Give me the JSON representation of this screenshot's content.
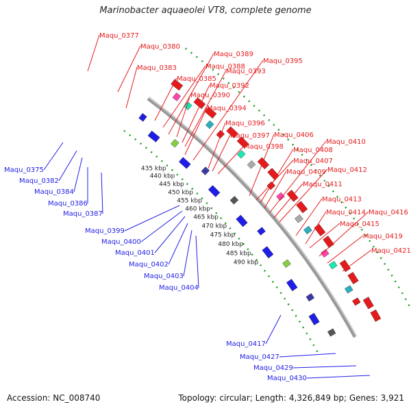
{
  "title": "Marinobacter aquaeolei VT8, complete genome",
  "accession": "Accession: NC_008740",
  "summary": "Topology: circular; Length: 4,326,849 bp; Genes: 3,921",
  "colors": {
    "forward": "#e41a1c",
    "reverse": "#1e1ee6",
    "backbone": "#999999",
    "gc_dots": "#1a9a1a",
    "label_fwd": "#e41a1c",
    "label_rev": "#1e1ee6"
  },
  "kbp_labels": [
    "435 kbp",
    "440 kbp",
    "445 kbp",
    "450 kbp",
    "455 kbp",
    "460 kbp",
    "465 kbp",
    "470 kbp",
    "475 kbp",
    "480 kbp",
    "485 kbp",
    "490 kbp"
  ],
  "forward_labels": [
    "Maqu_0377",
    "Maqu_0380",
    "Maqu_0383",
    "Maqu_0385",
    "Maqu_0388",
    "Maqu_0389",
    "Maqu_0390",
    "Maqu_0392",
    "Maqu_0393",
    "Maqu_0394",
    "Maqu_0395",
    "Maqu_0396",
    "Maqu_0397",
    "Maqu_0398",
    "Maqu_0406",
    "Maqu_0407",
    "Maqu_0408",
    "Maqu_0409",
    "Maqu_0410",
    "Maqu_0411",
    "Maqu_0412",
    "Maqu_0413",
    "Maqu_0414",
    "Maqu_0415",
    "Maqu_0416",
    "Maqu_0419",
    "Maqu_0421"
  ],
  "reverse_labels": [
    "Maqu_0375",
    "Maqu_0382",
    "Maqu_0384",
    "Maqu_0386",
    "Maqu_0387",
    "Maqu_0399",
    "Maqu_0400",
    "Maqu_0401",
    "Maqu_0402",
    "Maqu_0403",
    "Maqu_0404",
    "Maqu_0417",
    "Maqu_0427",
    "Maqu_0429",
    "Maqu_0430"
  ]
}
